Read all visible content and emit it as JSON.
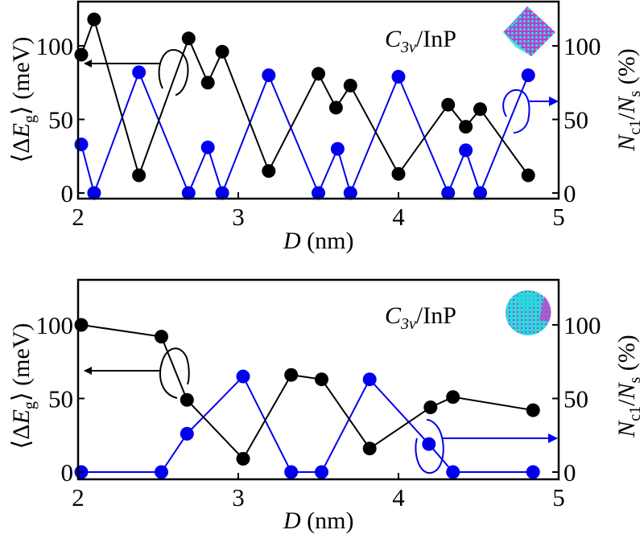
{
  "figure": {
    "panels": 2
  },
  "colors": {
    "energy_series": "#000000",
    "ratio_series": "#0000ee",
    "atom_cyan": "#22dddd",
    "atom_magenta": "#cc33cc"
  },
  "chart_data": [
    {
      "type": "line",
      "panel": "top",
      "title": "",
      "annotation": "C3v/InP",
      "annotation_main": "C",
      "annotation_sub": "3v",
      "annotation_rest": "/InP",
      "inset_icon": "octahedral-nanocrystal",
      "xlabel": "D (nm)",
      "xlabel_var": "D",
      "xlabel_unit": " (nm)",
      "ylabel_left": "⟨ΔEg⟩ (meV)",
      "ylabel_right": "Nc1/Ns (%)",
      "xlim": [
        2,
        5
      ],
      "ylim_left": [
        -3,
        130
      ],
      "ylim_right": [
        -3,
        130
      ],
      "xticks": [
        2,
        3,
        4,
        5
      ],
      "yticks_left": [
        0,
        50,
        100
      ],
      "yticks_right": [
        0,
        50,
        100
      ],
      "grid": false,
      "series": [
        {
          "name": "⟨ΔEg⟩ (meV)",
          "axis": "left",
          "color": "#000000",
          "x": [
            2.02,
            2.1,
            2.38,
            2.69,
            2.81,
            2.9,
            3.19,
            3.5,
            3.61,
            3.7,
            4.0,
            4.31,
            4.42,
            4.51,
            4.81
          ],
          "y": [
            94,
            118,
            12,
            105,
            75,
            96,
            15,
            81,
            58,
            73,
            13,
            60,
            45,
            57,
            12
          ]
        },
        {
          "name": "Nc1/Ns (%)",
          "axis": "right",
          "color": "#0000ee",
          "x": [
            2.02,
            2.1,
            2.38,
            2.69,
            2.81,
            2.9,
            3.19,
            3.5,
            3.62,
            3.7,
            4.0,
            4.31,
            4.42,
            4.51,
            4.81
          ],
          "y": [
            33,
            0,
            82,
            0,
            31,
            0,
            80,
            0,
            30,
            0,
            79,
            0,
            29,
            0,
            80
          ]
        }
      ]
    },
    {
      "type": "line",
      "panel": "bottom",
      "title": "",
      "annotation": "C3v/InP",
      "annotation_main": "C",
      "annotation_sub": "3v",
      "annotation_rest": "/InP",
      "inset_icon": "spherical-nanocrystal",
      "xlabel": "D (nm)",
      "xlabel_var": "D",
      "xlabel_unit": " (nm)",
      "ylabel_left": "⟨ΔEg⟩ (meV)",
      "ylabel_right": "Nc1/Ns (%)",
      "xlim": [
        2,
        5
      ],
      "ylim_left": [
        -5,
        130
      ],
      "ylim_right": [
        -5,
        130
      ],
      "xticks": [
        2,
        3,
        4,
        5
      ],
      "yticks_left": [
        0,
        50,
        100
      ],
      "yticks_right": [
        0,
        50,
        100
      ],
      "grid": false,
      "series": [
        {
          "name": "⟨ΔEg⟩ (meV)",
          "axis": "left",
          "color": "#000000",
          "x": [
            2.02,
            2.52,
            2.68,
            3.03,
            3.33,
            3.52,
            3.82,
            4.2,
            4.34,
            4.84
          ],
          "y": [
            100,
            92,
            49,
            9,
            66,
            63,
            16,
            44,
            51,
            42
          ]
        },
        {
          "name": "Nc1/Ns (%)",
          "axis": "right",
          "color": "#0000ee",
          "x": [
            2.02,
            2.52,
            2.68,
            3.03,
            3.33,
            3.52,
            3.82,
            4.19,
            4.34,
            4.84
          ],
          "y": [
            0,
            0,
            26,
            65,
            0,
            0,
            63,
            19,
            0,
            0
          ]
        }
      ]
    }
  ]
}
